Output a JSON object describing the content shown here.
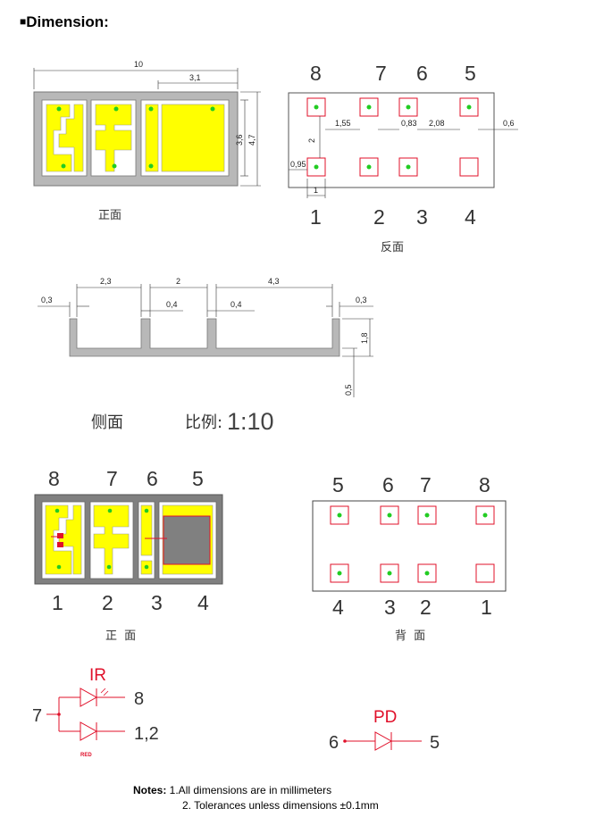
{
  "heading": "Dimension:",
  "top_view": {
    "label": "正面",
    "dims": {
      "width": "10",
      "pad_width": "3,1",
      "inner_h": "3,6",
      "total_h": "4,7"
    }
  },
  "bottom_view": {
    "label": "反面",
    "pins_top": [
      "8",
      "7",
      "6",
      "5"
    ],
    "pins_bottom": [
      "1",
      "2",
      "3",
      "4"
    ],
    "dims": {
      "pitch_a": "1,55",
      "pitch_b": "0,83",
      "pitch_c": "2,08",
      "edge": "0,6",
      "row_gap": "2",
      "pad_h": "0,95",
      "pad_w": "1"
    }
  },
  "side_view": {
    "label": "侧面",
    "scale_label": "比例:",
    "scale_value": "1:10",
    "dims": {
      "seg1": "2,3",
      "seg2": "2",
      "seg3": "4,3",
      "wall_l": "0,3",
      "wall_r": "0,3",
      "div1": "0,4",
      "div2": "0,4",
      "height": "1,8",
      "floor": "0,5"
    }
  },
  "front_view2": {
    "label": "正 面",
    "pins_top": [
      "8",
      "7",
      "6",
      "5"
    ],
    "pins_bottom": [
      "1",
      "2",
      "3",
      "4"
    ]
  },
  "back_view": {
    "label": "背 面",
    "pins_top": [
      "5",
      "6",
      "7",
      "8"
    ],
    "pins_bottom": [
      "4",
      "3",
      "2",
      "1"
    ]
  },
  "schematic_ir": {
    "title": "IR",
    "common_pin": "7",
    "pin_top": "8",
    "pin_bottom": "1,2",
    "red_note": "RED"
  },
  "schematic_pd": {
    "title": "PD",
    "pin_left": "6",
    "pin_right": "5"
  },
  "notes": {
    "heading": "Notes:",
    "line1": " 1.All dimensions are in millimeters",
    "line2": "2. Tolerances unless dimensions ±0.1mm"
  },
  "colors": {
    "pad": "#ffff00",
    "body": "#b8b8b8",
    "red": "#e0102a",
    "green": "#22cc22",
    "dark": "#808080"
  }
}
